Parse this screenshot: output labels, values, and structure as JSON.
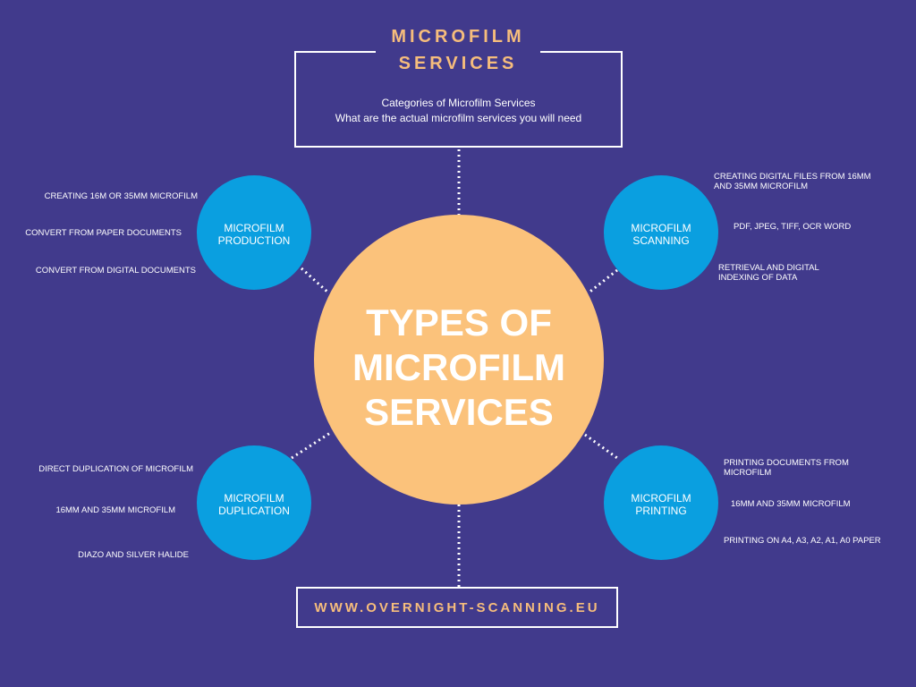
{
  "header": {
    "title_line1": "MICROFILM",
    "title_line2": "SERVICES",
    "subtitle_line1": "Categories of Microfilm Services",
    "subtitle_line2": "What are the actual microfilm services you will need"
  },
  "center": {
    "line1": "TYPES OF",
    "line2": "MICROFILM",
    "line3": "SERVICES"
  },
  "nodes": {
    "production": {
      "label1": "MICROFILM",
      "label2": "PRODUCTION",
      "items": [
        "CREATING 16M OR 35MM MICROFILM",
        "CONVERT FROM PAPER DOCUMENTS",
        "CONVERT FROM DIGITAL DOCUMENTS"
      ]
    },
    "scanning": {
      "label1": "MICROFILM",
      "label2": "SCANNING",
      "items": [
        [
          "CREATING DIGITAL FILES FROM 16MM",
          "AND 35MM MICROFILM"
        ],
        [
          "PDF, JPEG, TIFF, OCR WORD"
        ],
        [
          "RETRIEVAL AND DIGITAL",
          "INDEXING OF DATA"
        ]
      ]
    },
    "duplication": {
      "label1": "MICROFILM",
      "label2": "DUPLICATION",
      "items": [
        "DIRECT DUPLICATION OF MICROFILM",
        "16MM AND 35MM MICROFILM",
        "DIAZO AND SILVER HALIDE"
      ]
    },
    "printing": {
      "label1": "MICROFILM",
      "label2": "PRINTING",
      "items": [
        [
          "PRINTING DOCUMENTS FROM",
          "MICROFILM"
        ],
        [
          "16MM AND 35MM MICROFILM"
        ],
        [
          "PRINTING ON A4, A3, A2, A1, A0 PAPER"
        ]
      ]
    }
  },
  "footer": {
    "url": "WWW.OVERNIGHT-SCANNING.EU"
  },
  "colors": {
    "background": "#413a8c",
    "accent_orange": "#f6bd7c",
    "center_circle": "#fbc27b",
    "node_blue": "#0a9fe0"
  }
}
